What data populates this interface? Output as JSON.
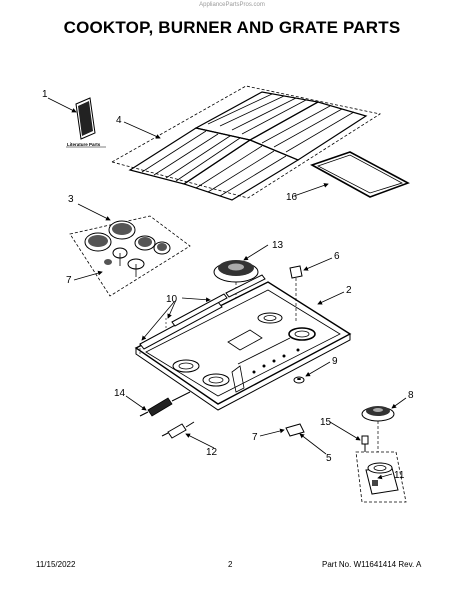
{
  "watermark": "AppliancePartsPros.com",
  "title": "COOKTOP, BURNER AND GRATE PARTS",
  "literature_label": "Literature Parts",
  "callouts": {
    "c1": "1",
    "c2": "2",
    "c3": "3",
    "c4": "4",
    "c5": "5",
    "c6": "6",
    "c7": "7",
    "c8": "8",
    "c9": "9",
    "c10": "10",
    "c11": "11",
    "c12": "12",
    "c13": "13",
    "c14": "14",
    "c15": "15",
    "c16": "16"
  },
  "footer": {
    "date": "11/15/2022",
    "page": "2",
    "part_number": "Part No. W11641414  Rev. A"
  }
}
